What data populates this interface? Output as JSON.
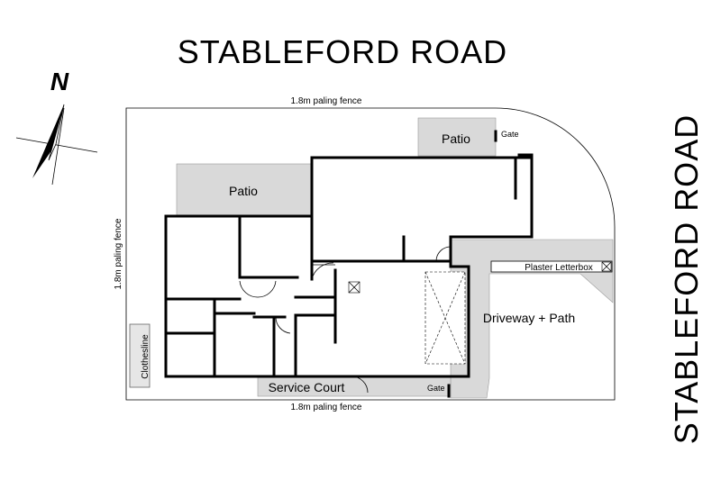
{
  "road_top": "STABLEFORD ROAD",
  "road_right": "STABLEFORD ROAD",
  "north": "N",
  "fence_top": "1.8m paling fence",
  "fence_bottom": "1.8m paling fence",
  "fence_left": "1.8m paling fence",
  "patio_main": "Patio",
  "patio_small": "Patio",
  "gate_top": "Gate",
  "gate_bottom": "Gate",
  "driveway": "Driveway + Path",
  "letterbox": "Plaster Letterbox",
  "service_court": "Service Court",
  "clothesline": "Clothesline"
}
